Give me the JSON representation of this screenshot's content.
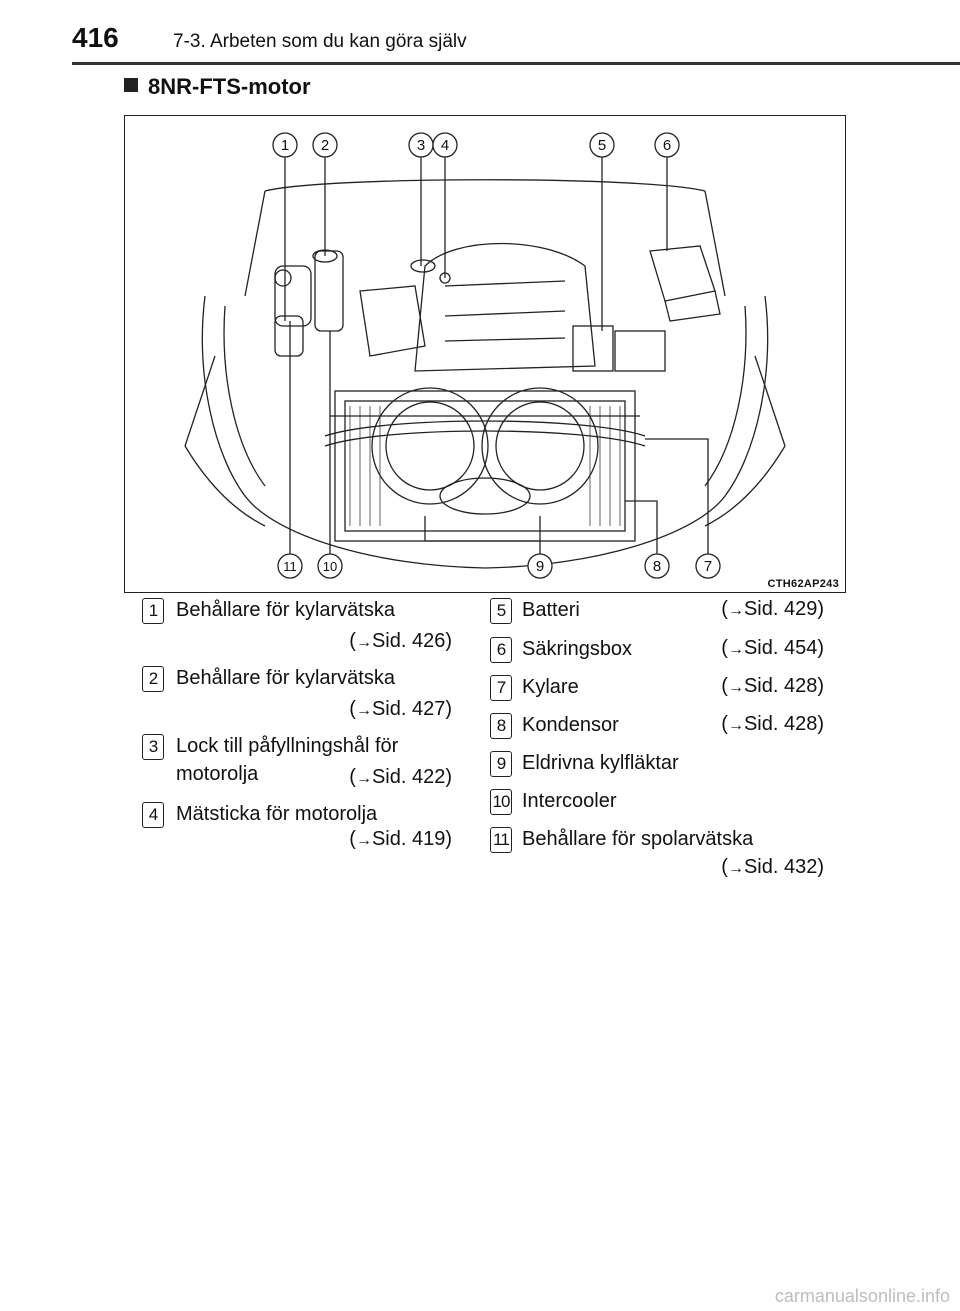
{
  "header": {
    "page_number": "416",
    "chapter": "7-3. Arbeten som du kan göra själv"
  },
  "section": {
    "title": "8NR-FTS-motor"
  },
  "figure": {
    "code": "CTH62AP243",
    "callouts_top": [
      "1",
      "2",
      "3",
      "4",
      "5",
      "6"
    ],
    "callouts_bottom": [
      "11",
      "10",
      "9",
      "8",
      "7"
    ]
  },
  "legend": [
    {
      "num": "1",
      "text": "Behållare för kylarvätska",
      "ref": "Sid. 426"
    },
    {
      "num": "2",
      "text": "Behållare för kylarvätska",
      "ref": "Sid. 427"
    },
    {
      "num": "3",
      "text": "Lock till påfyllningshål för",
      "text2": "motorolja",
      "ref": "Sid. 422"
    },
    {
      "num": "4",
      "text": "Mätsticka för motorolja",
      "ref": "Sid. 419"
    },
    {
      "num": "5",
      "text": "Batteri",
      "ref": "Sid. 429"
    },
    {
      "num": "6",
      "text": "Säkringsbox",
      "ref": "Sid. 454"
    },
    {
      "num": "7",
      "text": "Kylare",
      "ref": "Sid. 428"
    },
    {
      "num": "8",
      "text": "Kondensor",
      "ref": "Sid. 428"
    },
    {
      "num": "9",
      "text": "Eldrivna kylfläktar"
    },
    {
      "num": "10",
      "text": "Intercooler"
    },
    {
      "num": "11",
      "text": "Behållare för spolarvätska",
      "ref": "Sid. 432"
    }
  ],
  "ref_prefix": "(",
  "ref_suffix": ")",
  "ref_arrow": "→",
  "footer": {
    "watermark": "carmanualsonline.info"
  }
}
